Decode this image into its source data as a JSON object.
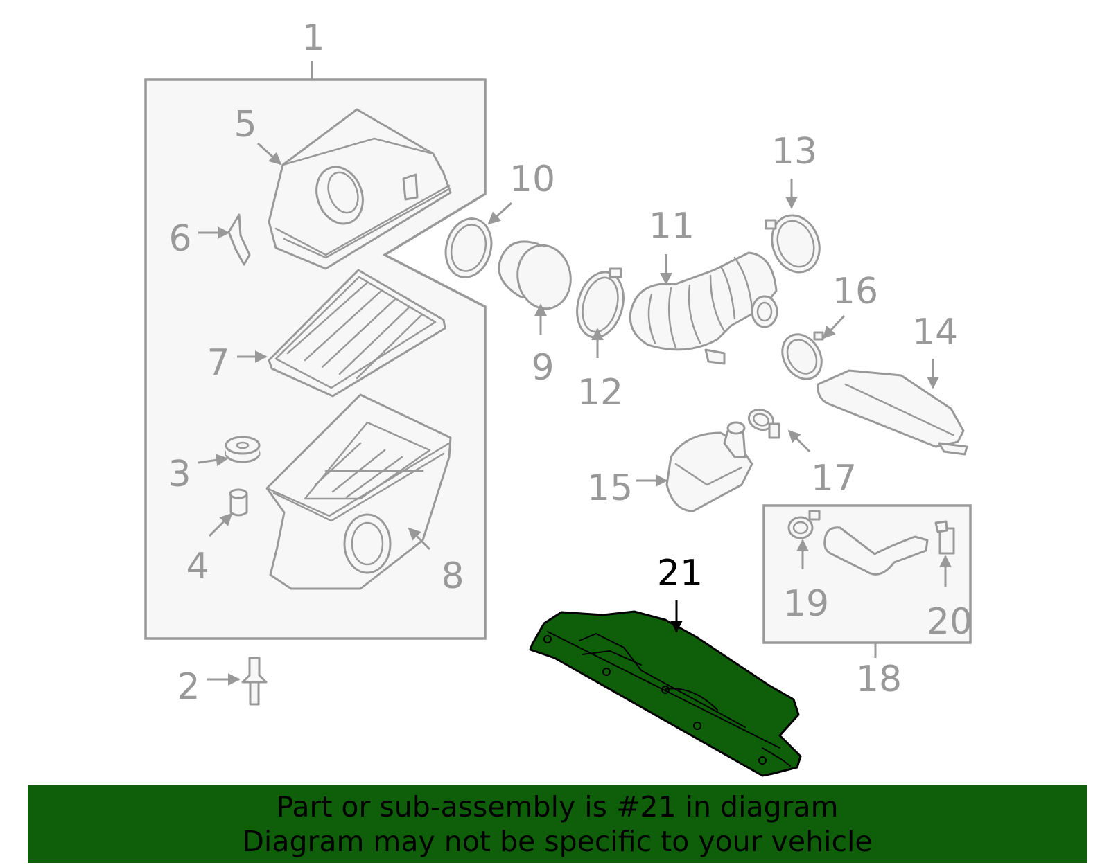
{
  "callouts": {
    "c1": "1",
    "c2": "2",
    "c3": "3",
    "c4": "4",
    "c5": "5",
    "c6": "6",
    "c7": "7",
    "c8": "8",
    "c9": "9",
    "c10": "10",
    "c11": "11",
    "c12": "12",
    "c13": "13",
    "c14": "14",
    "c15": "15",
    "c16": "16",
    "c17": "17",
    "c18": "18",
    "c19": "19",
    "c20": "20",
    "c21": "21"
  },
  "banner": {
    "line1": "Part or sub-assembly is #21 in diagram",
    "line2": "Diagram may not be specific to your vehicle"
  },
  "colors": {
    "highlight": "#0f5f0a",
    "part_stroke": "#999999",
    "callout_text": "#999999",
    "highlight_text": "#000000"
  }
}
